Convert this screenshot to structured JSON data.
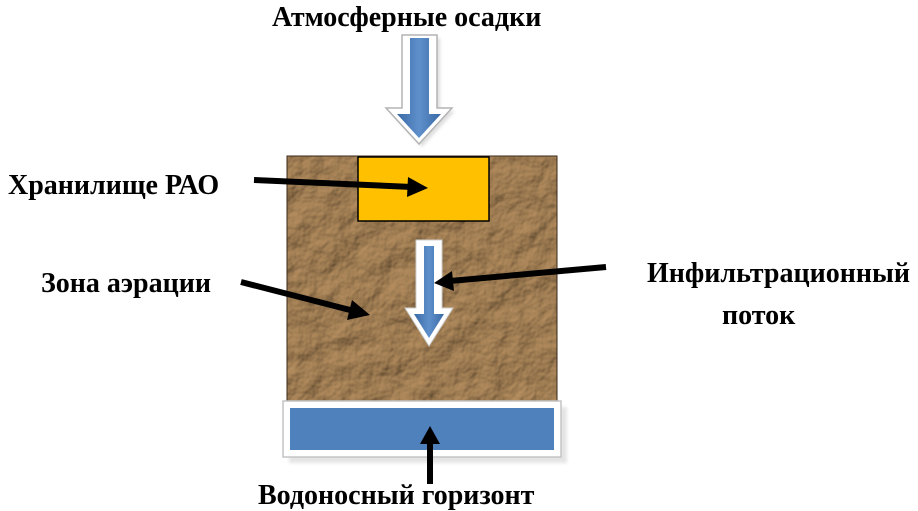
{
  "labels": {
    "precipitation": "Атмосферные осадки",
    "storage": "Хранилище РАО",
    "aeration_zone": "Зона аэрации",
    "infiltration_line1": "Инфильтрационный",
    "infiltration_line2": "поток",
    "aquifer": "Водоносный горизонт"
  },
  "colors": {
    "storage_fill": "#FFC000",
    "water_blue": "#4F81BD",
    "soil_base": "#B08A5C",
    "pointer": "#000000"
  }
}
